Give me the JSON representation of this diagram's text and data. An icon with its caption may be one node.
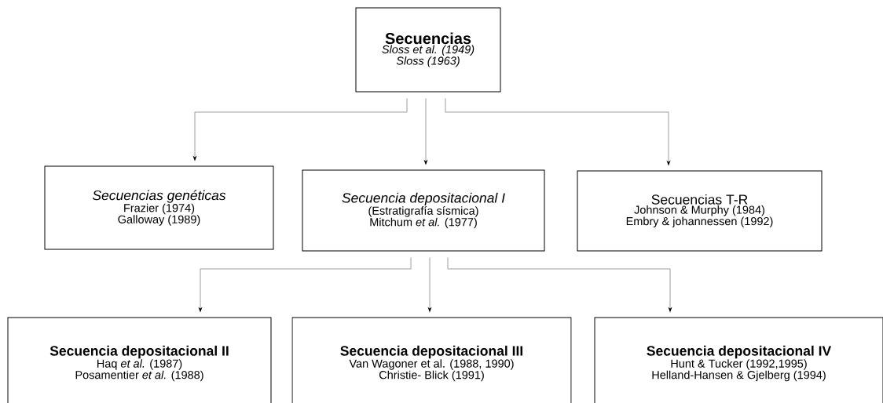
{
  "diagram": {
    "nodes": [
      {
        "text": [
          "Secuencias",
          "Sloss et al. (1949)",
          "Sloss (1963)"
        ]
      },
      {
        "text": [
          "Secuencias genéticas",
          "Frazier (1974)",
          "Galloway (1989)"
        ]
      },
      {
        "text": [
          "Secuencia depositacional I",
          "(Estratigrafía sísmica)",
          "Mitchum *et al.* (1977)"
        ]
      },
      {
        "text": [
          "Secuencias T-R",
          "Johnson & Murphy (1984)",
          "Embry & johannessen (1992)"
        ]
      },
      {
        "text": [
          "Secuencia depositacional II",
          "Haq *et al.* (1987)",
          "Posamentier *et al.* (1988)"
        ]
      },
      {
        "text": [
          "Secuencia depositacional III",
          "Van Wagoner et al. (1988, 1990)",
          "Christie- Blick (1991)"
        ]
      },
      {
        "text": [
          "Secuencia depositacional IV",
          "Hunt & Tucker (1992,1995)",
          "Helland-Hansen & Gjelberg (1994)"
        ]
      }
    ],
    "edges": [
      {
        "from": 0,
        "to": 1,
        "arrow": "to"
      },
      {
        "from": 0,
        "to": 2,
        "arrow": "to"
      },
      {
        "from": 0,
        "to": 3,
        "arrow": "to"
      },
      {
        "from": 2,
        "to": 4,
        "arrow": "to"
      },
      {
        "from": 2,
        "to": 5,
        "arrow": "to"
      },
      {
        "from": 2,
        "to": 6,
        "arrow": "to"
      }
    ]
  }
}
